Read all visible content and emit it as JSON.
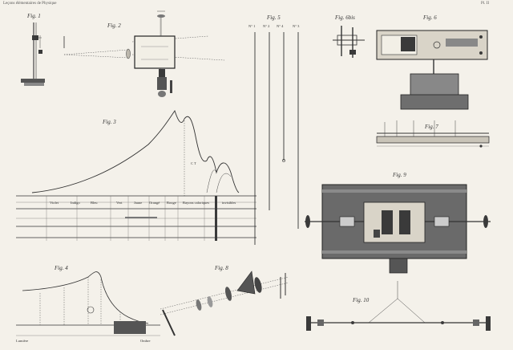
{
  "plate": {
    "header_left": "Leçons élémentaires de Physique",
    "header_right": "Pl. II"
  },
  "figures": {
    "fig1": "Fig. 1",
    "fig2": "Fig. 2",
    "fig3": "Fig. 3",
    "fig4": "Fig. 4",
    "fig5": "Fig. 5",
    "fig6": "Fig. 6",
    "fig6bis": "Fig. 6bis",
    "fig7": "Fig. 7",
    "fig8": "Fig. 8",
    "fig9": "Fig. 9",
    "fig10": "Fig. 10"
  },
  "fig3_labels": {
    "colors": [
      "Violet",
      "Indigo",
      "Bleu",
      "Vert",
      "Jaune",
      "Orangé",
      "Rouge",
      "Rayons caloriques",
      "invisibles"
    ],
    "ct": "C T"
  },
  "fig4_labels": {
    "lumiere": "Lumière",
    "ombre": "Ombre"
  },
  "fig5_tubes": [
    "N° 1",
    "N° 2",
    "N° 4",
    "N° 3"
  ]
}
